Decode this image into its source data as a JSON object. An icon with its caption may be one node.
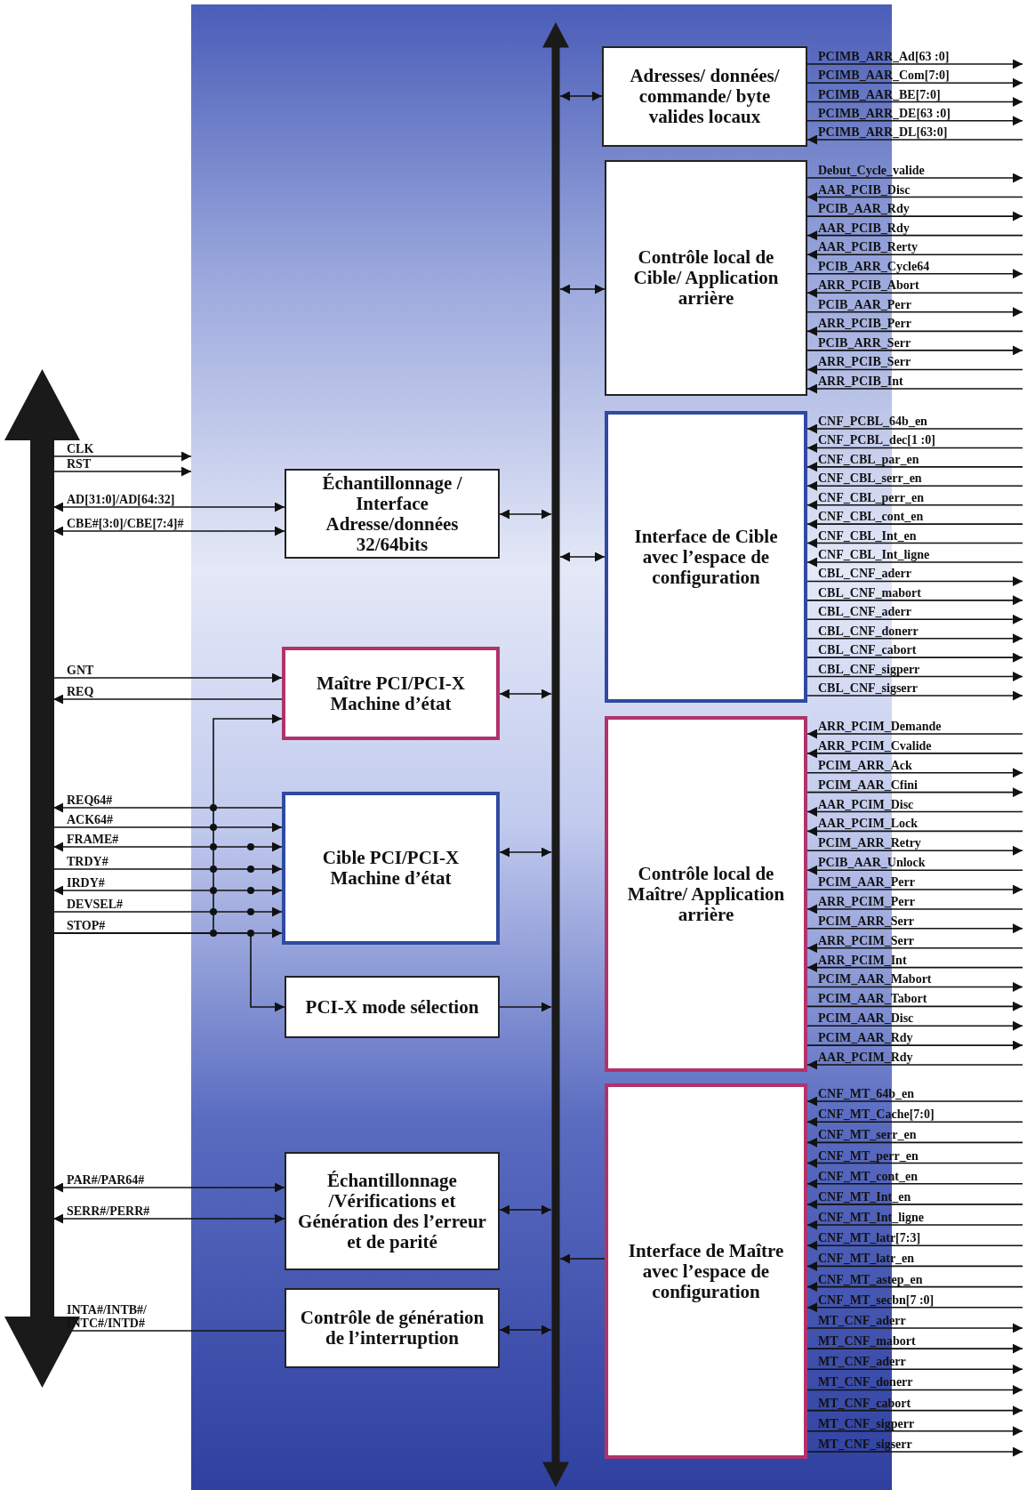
{
  "diagram": {
    "nodes": [
      {
        "text": [],
        "shape": "bar"
      },
      {
        "text": [
          "Échantillonnage / Interface Adresse/données 32/64bits"
        ]
      },
      {
        "text": [
          "Maître PCI/PCI-X Machine d’état"
        ]
      },
      {
        "text": [
          "Cible PCI/PCI-X Machine d’état"
        ]
      },
      {
        "text": [
          "PCI-X mode sélection"
        ]
      },
      {
        "text": [
          "Échantillonnage /Vérifications et Génération des l’erreur et de parité"
        ]
      },
      {
        "text": [
          "Contrôle de génération de l’interruption"
        ]
      },
      {
        "text": [],
        "shape": "bar"
      },
      {
        "text": [
          "Adresses/ données/ commande/ byte valides locaux"
        ]
      },
      {
        "text": [
          "Contrôle local de Cible/ Application arrière"
        ]
      },
      {
        "text": [
          "Interface de Cible avec l’espace de configuration"
        ]
      },
      {
        "text": [
          "Contrôle local de Maître/ Application arrière"
        ]
      },
      {
        "text": [
          "Interface de Maître avec l’espace de configuration"
        ]
      }
    ],
    "edges": [
      {
        "from": 0,
        "to": null,
        "arrow": "to",
        "label": "CLK"
      },
      {
        "from": 0,
        "to": null,
        "arrow": "to",
        "label": "RST"
      },
      {
        "from": 0,
        "to": 1,
        "arrow": "both",
        "label": "AD[31:0]/AD[64:32]"
      },
      {
        "from": 0,
        "to": 1,
        "arrow": "both",
        "label": "CBE#[3:0]/CBE[7:4]#"
      },
      {
        "from": 0,
        "to": 2,
        "arrow": "to",
        "label": "GNT"
      },
      {
        "from": 2,
        "to": 0,
        "arrow": "to",
        "label": "REQ"
      },
      {
        "from": 0,
        "to": 2,
        "arrow": "to"
      },
      {
        "from": 3,
        "to": 0,
        "arrow": "to",
        "label": "REQ64#"
      },
      {
        "from": 0,
        "to": 3,
        "arrow": "to",
        "label": "ACK64#"
      },
      {
        "from": 0,
        "to": 3,
        "arrow": "both",
        "label": "FRAME#"
      },
      {
        "from": 0,
        "to": 3,
        "arrow": "to",
        "label": "TRDY#"
      },
      {
        "from": 0,
        "to": 3,
        "arrow": "both",
        "label": "IRDY#"
      },
      {
        "from": 0,
        "to": 3,
        "arrow": "to",
        "label": "DEVSEL#"
      },
      {
        "from": 0,
        "to": 3,
        "arrow": "to",
        "label": "STOP#"
      },
      {
        "from": 0,
        "to": 4,
        "arrow": "to"
      },
      {
        "from": 0,
        "to": 5,
        "arrow": "both",
        "label": "PAR#/PAR64#"
      },
      {
        "from": 0,
        "to": 5,
        "arrow": "both",
        "label": "SERR#/PERR#"
      },
      {
        "from": 6,
        "to": 0,
        "arrow": "to",
        "label": "INTA#/INTB#/ INTC#/INTD#"
      },
      {
        "from": 1,
        "to": 7,
        "arrow": "both"
      },
      {
        "from": 2,
        "to": 7,
        "arrow": "both"
      },
      {
        "from": 3,
        "to": 7,
        "arrow": "both"
      },
      {
        "from": 4,
        "to": 7,
        "arrow": "to"
      },
      {
        "from": 5,
        "to": 7,
        "arrow": "both"
      },
      {
        "from": 6,
        "to": 7,
        "arrow": "both"
      },
      {
        "from": 7,
        "to": 8,
        "arrow": "both"
      },
      {
        "from": 7,
        "to": 9,
        "arrow": "both"
      },
      {
        "from": 7,
        "to": 10,
        "arrow": "both"
      },
      {
        "from": 12,
        "to": 7,
        "arrow": "to"
      },
      {
        "from": 8,
        "to": null,
        "arrow": "to",
        "label": "PCIMB_ARR_Ad[63 :0]"
      },
      {
        "from": 8,
        "to": null,
        "arrow": "to",
        "label": "PCIMB_AAR_Com[7:0]"
      },
      {
        "from": 8,
        "to": null,
        "arrow": "to",
        "label": "PCIMB_AAR_BE[7:0]"
      },
      {
        "from": 8,
        "to": null,
        "arrow": "to",
        "label": "PCIMB_ARR_DE[63 :0]"
      },
      {
        "from": null,
        "to": 8,
        "arrow": "to",
        "label": "PCIMB_ARR_DL[63:0]"
      },
      {
        "from": 9,
        "to": null,
        "arrow": "to",
        "label": "Debut_Cycle_valide"
      },
      {
        "from": null,
        "to": 9,
        "arrow": "to",
        "label": "AAR_PCIB_Disc"
      },
      {
        "from": 9,
        "to": null,
        "arrow": "to",
        "label": "PCIB_AAR_Rdy"
      },
      {
        "from": null,
        "to": 9,
        "arrow": "to",
        "label": "AAR_PCIB_Rdy"
      },
      {
        "from": null,
        "to": 9,
        "arrow": "to",
        "label": "AAR_PCIB_Rerty"
      },
      {
        "from": 9,
        "to": null,
        "arrow": "to",
        "label": "PCIB_ARR_Cycle64"
      },
      {
        "from": null,
        "to": 9,
        "arrow": "to",
        "label": "ARR_PCIB_Abort"
      },
      {
        "from": 9,
        "to": null,
        "arrow": "to",
        "label": "PCIB_AAR_Perr"
      },
      {
        "from": null,
        "to": 9,
        "arrow": "to",
        "label": "ARR_PCIB_Perr"
      },
      {
        "from": 9,
        "to": null,
        "arrow": "to",
        "label": "PCIB_ARR_Serr"
      },
      {
        "from": null,
        "to": 9,
        "arrow": "to",
        "label": "ARR_PCIB_Serr"
      },
      {
        "from": null,
        "to": 9,
        "arrow": "to",
        "label": "ARR_PCIB_Int"
      },
      {
        "from": null,
        "to": 10,
        "arrow": "to",
        "label": "CNF_PCBL_64b_en"
      },
      {
        "from": null,
        "to": 10,
        "arrow": "to",
        "label": "CNF_PCBL_dec[1 :0]"
      },
      {
        "from": null,
        "to": 10,
        "arrow": "to",
        "label": "CNF_CBL_par_en"
      },
      {
        "from": null,
        "to": 10,
        "arrow": "to",
        "label": "CNF_CBL_serr_en"
      },
      {
        "from": null,
        "to": 10,
        "arrow": "to",
        "label": "CNF_CBL_perr_en"
      },
      {
        "from": null,
        "to": 10,
        "arrow": "to",
        "label": "CNF_CBL_cont_en"
      },
      {
        "from": null,
        "to": 10,
        "arrow": "to",
        "label": "CNF_CBL_Int_en"
      },
      {
        "from": null,
        "to": 10,
        "arrow": "to",
        "label": "CNF_CBL_Int_ligne"
      },
      {
        "from": 10,
        "to": null,
        "arrow": "to",
        "label": "CBL_CNF_aderr"
      },
      {
        "from": 10,
        "to": null,
        "arrow": "to",
        "label": "CBL_CNF_mabort"
      },
      {
        "from": 10,
        "to": null,
        "arrow": "to",
        "label": "CBL_CNF_aderr"
      },
      {
        "from": 10,
        "to": null,
        "arrow": "to",
        "label": "CBL_CNF_donerr"
      },
      {
        "from": 10,
        "to": null,
        "arrow": "to",
        "label": "CBL_CNF_cabort"
      },
      {
        "from": 10,
        "to": null,
        "arrow": "to",
        "label": "CBL_CNF_sigperr"
      },
      {
        "from": 10,
        "to": null,
        "arrow": "to",
        "label": "CBL_CNF_sigserr"
      },
      {
        "from": null,
        "to": 11,
        "arrow": "to",
        "label": "ARR_PCIM_Demande"
      },
      {
        "from": null,
        "to": 11,
        "arrow": "to",
        "label": "ARR_PCIM_Cvalide"
      },
      {
        "from": 11,
        "to": null,
        "arrow": "to",
        "label": "PCIM_ARR_Ack"
      },
      {
        "from": 11,
        "to": null,
        "arrow": "to",
        "label": "PCIM_AAR_Cfini"
      },
      {
        "from": null,
        "to": 11,
        "arrow": "to",
        "label": "AAR_PCIM_Disc"
      },
      {
        "from": null,
        "to": 11,
        "arrow": "to",
        "label": "AAR_PCIM_Lock"
      },
      {
        "from": 11,
        "to": null,
        "arrow": "to",
        "label": "PCIM_ARR_Retry"
      },
      {
        "from": null,
        "to": 11,
        "arrow": "to",
        "label": "PCIB_AAR_Unlock"
      },
      {
        "from": 11,
        "to": null,
        "arrow": "to",
        "label": "PCIM_AAR_Perr"
      },
      {
        "from": null,
        "to": 11,
        "arrow": "to",
        "label": "ARR_PCIM_Perr"
      },
      {
        "from": 11,
        "to": null,
        "arrow": "to",
        "label": "PCIM_ARR_Serr"
      },
      {
        "from": null,
        "to": 11,
        "arrow": "to",
        "label": "ARR_PCIM_Serr"
      },
      {
        "from": null,
        "to": 11,
        "arrow": "to",
        "label": "ARR_PCIM_Int"
      },
      {
        "from": 11,
        "to": null,
        "arrow": "to",
        "label": "PCIM_AAR_Mabort"
      },
      {
        "from": 11,
        "to": null,
        "arrow": "to",
        "label": "PCIM_AAR_Tabort"
      },
      {
        "from": 11,
        "to": null,
        "arrow": "to",
        "label": "PCIM_AAR_Disc"
      },
      {
        "from": 11,
        "to": null,
        "arrow": "to",
        "label": "PCIM_AAR_Rdy"
      },
      {
        "from": null,
        "to": 11,
        "arrow": "to",
        "label": "AAR_PCIM_Rdy"
      },
      {
        "from": null,
        "to": 12,
        "arrow": "to",
        "label": "CNF_MT_64b_en"
      },
      {
        "from": null,
        "to": 12,
        "arrow": "to",
        "label": "CNF_MT_Cache[7:0]"
      },
      {
        "from": null,
        "to": 12,
        "arrow": "to",
        "label": "CNF_MT_serr_en"
      },
      {
        "from": null,
        "to": 12,
        "arrow": "to",
        "label": "CNF_MT_perr_en"
      },
      {
        "from": null,
        "to": 12,
        "arrow": "to",
        "label": "CNF_MT_cont_en"
      },
      {
        "from": null,
        "to": 12,
        "arrow": "to",
        "label": "CNF_MT_Int_en"
      },
      {
        "from": null,
        "to": 12,
        "arrow": "to",
        "label": "CNF_MT_Int_ligne"
      },
      {
        "from": null,
        "to": 12,
        "arrow": "to",
        "label": "CNF_MT_latr[7:3]"
      },
      {
        "from": null,
        "to": 12,
        "arrow": "to",
        "label": "CNF_MT_latr_en"
      },
      {
        "from": null,
        "to": 12,
        "arrow": "to",
        "label": "CNF_MT_astep_en"
      },
      {
        "from": null,
        "to": 12,
        "arrow": "to",
        "label": "CNF_MT_secbn[7 :0]"
      },
      {
        "from": 12,
        "to": null,
        "arrow": "to",
        "label": "MT_CNF_aderr"
      },
      {
        "from": 12,
        "to": null,
        "arrow": "to",
        "label": "MT_CNF_mabort"
      },
      {
        "from": 12,
        "to": null,
        "arrow": "to",
        "label": "MT_CNF_aderr"
      },
      {
        "from": 12,
        "to": null,
        "arrow": "to",
        "label": "MT_CNF_donerr"
      },
      {
        "from": 12,
        "to": null,
        "arrow": "to",
        "label": "MT_CNF_cabort"
      },
      {
        "from": 12,
        "to": null,
        "arrow": "to",
        "label": "MT_CNF_sigperr"
      },
      {
        "from": 12,
        "to": null,
        "arrow": "to",
        "label": "MT_CNF_sigserr"
      }
    ]
  }
}
